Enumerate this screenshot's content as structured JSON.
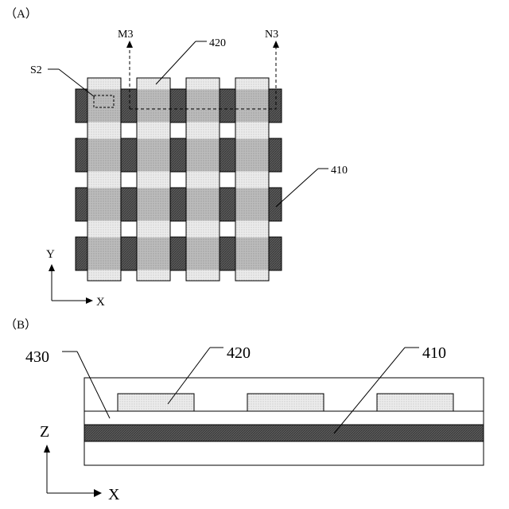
{
  "panel_a": {
    "label": "（A）",
    "cut_start": "M3",
    "cut_end": "N3",
    "region_label": "S2",
    "top_electrode_label": "420",
    "bottom_electrode_label": "410",
    "axis_x": "X",
    "axis_y": "Y",
    "row_count": 4,
    "column_count": 4
  },
  "panel_b": {
    "label": "（B）",
    "substrate_label": "430",
    "top_electrode_label": "420",
    "bottom_electrode_label": "410",
    "axis_x": "X",
    "axis_z": "Z",
    "top_electrode_count": 3
  },
  "colors": {
    "line": "#000000",
    "dark_stripe": "#555555",
    "light_stripe": "#e4e4e4",
    "overlap": "#b5b5b5"
  }
}
